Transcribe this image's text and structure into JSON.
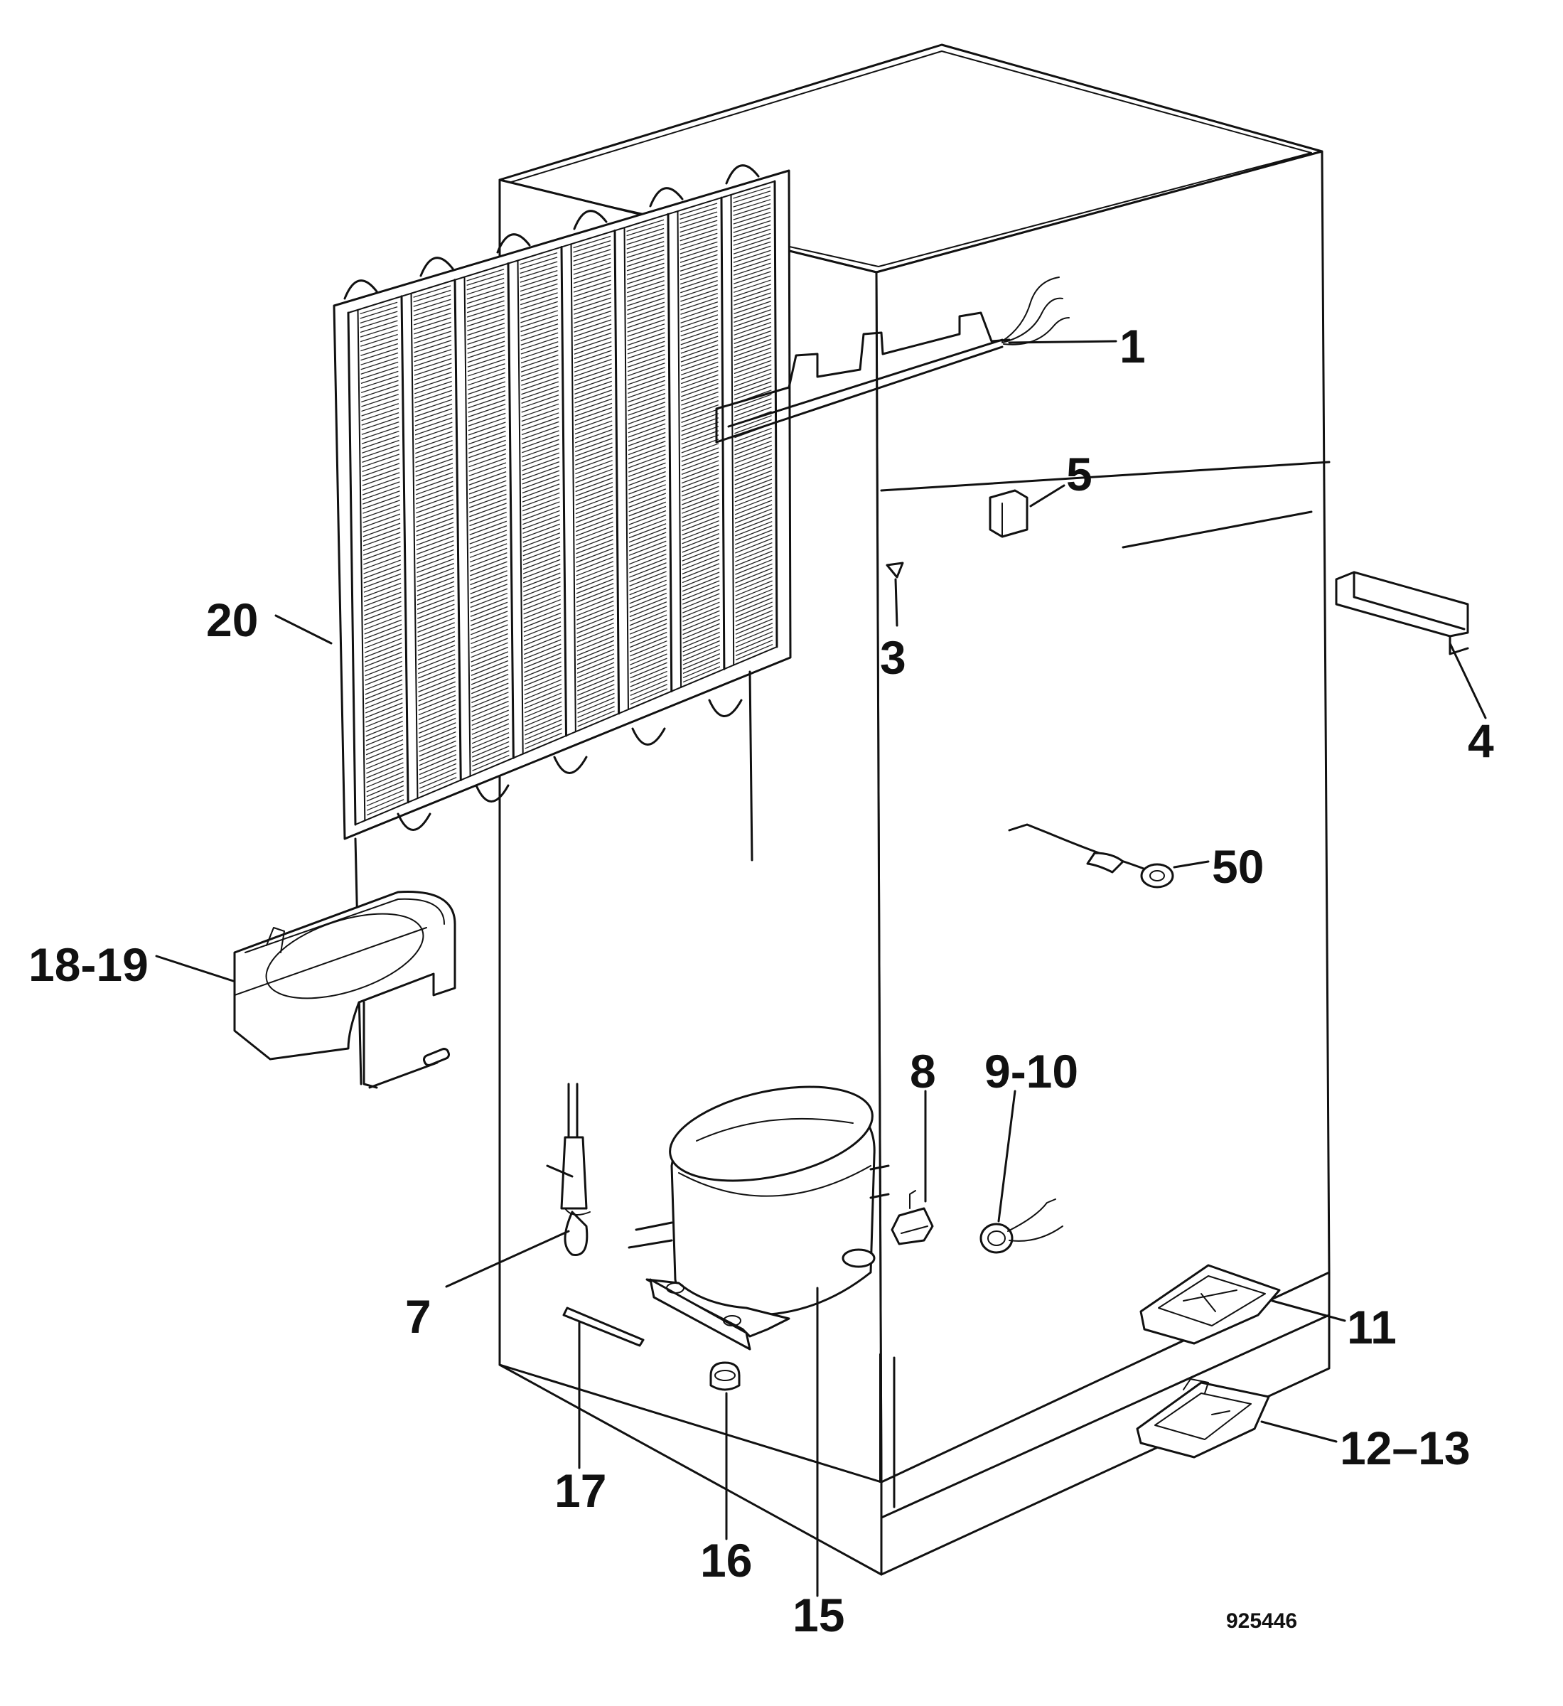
{
  "diagram": {
    "reference_number": "925446",
    "callouts": [
      {
        "id": "1",
        "label": "1"
      },
      {
        "id": "3",
        "label": "3"
      },
      {
        "id": "4",
        "label": "4"
      },
      {
        "id": "5",
        "label": "5"
      },
      {
        "id": "7",
        "label": "7"
      },
      {
        "id": "8",
        "label": "8"
      },
      {
        "id": "9-10",
        "label": "9-10"
      },
      {
        "id": "11",
        "label": "11"
      },
      {
        "id": "12-13",
        "label": "12–13"
      },
      {
        "id": "15",
        "label": "15"
      },
      {
        "id": "16",
        "label": "16"
      },
      {
        "id": "17",
        "label": "17"
      },
      {
        "id": "18-19",
        "label": "18-19"
      },
      {
        "id": "20",
        "label": "20"
      },
      {
        "id": "50",
        "label": "50"
      }
    ]
  }
}
